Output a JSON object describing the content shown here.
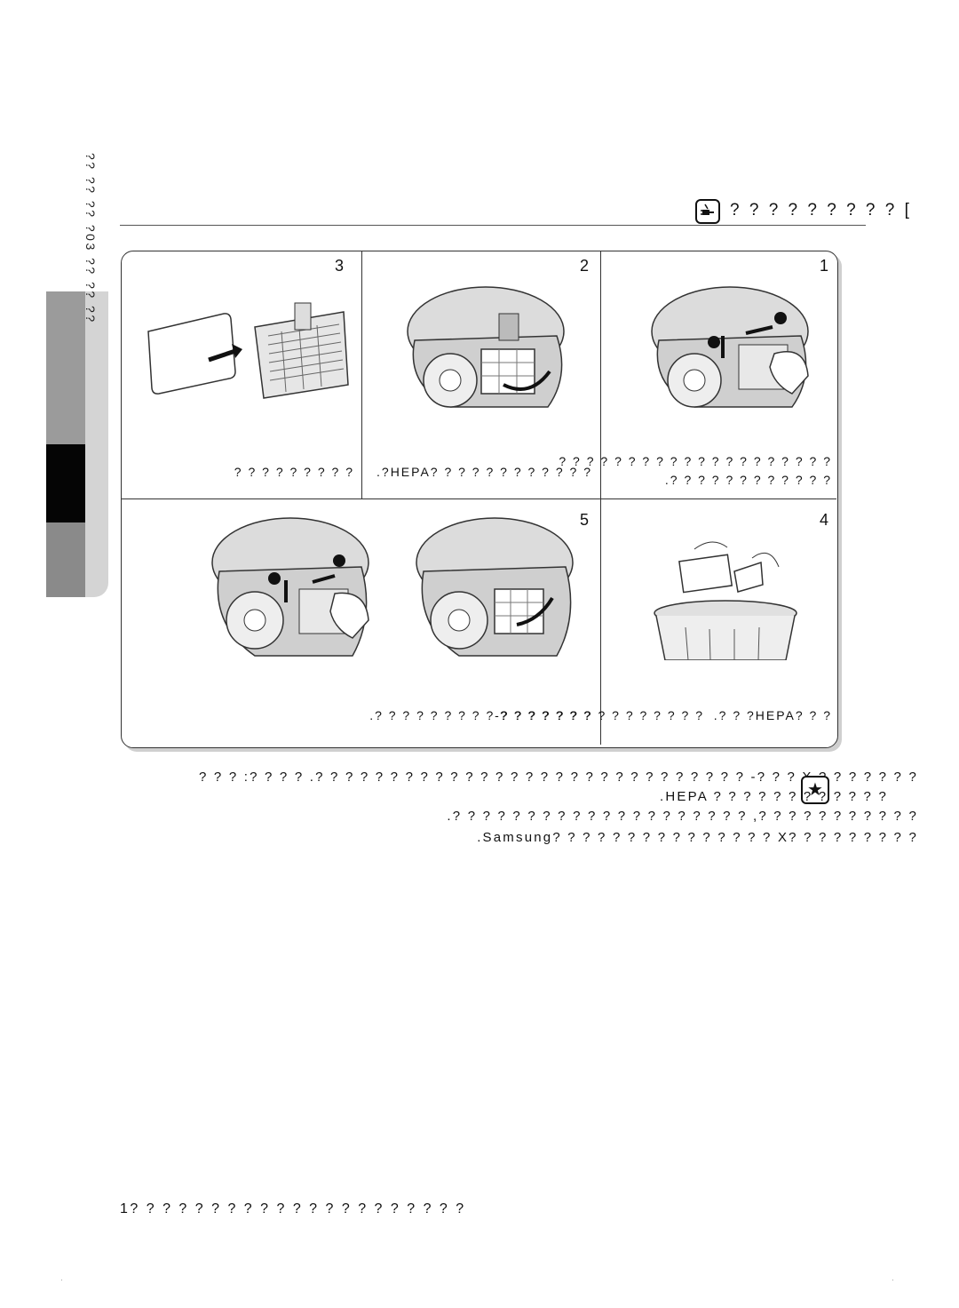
{
  "side_section_label": "?? ?? ?? ?03 ?? ?? ??",
  "header": {
    "title": "? ? ? ? ? ? ?  ? ? [",
    "icon": "plug-icon"
  },
  "steps": [
    {
      "number": "1",
      "caption_lines": [
        "? ?  ? ? ? ? ? ?  ? ? ? ? ? ?  ? ? ? ? ? ?",
        ".? ? ? ? ?  ? ? ? ? ? ? ?"
      ]
    },
    {
      "number": "2",
      "caption_lines": [
        ".?HEPA? ? ? ? ? ? ?  ? ? ? ? ?"
      ]
    },
    {
      "number": "3",
      "caption_lines": [
        "? ? ? ? ? ?  ? ? ?"
      ]
    },
    {
      "number": "4",
      "caption_lines": [
        ".? ? ?HEPA?  ? ?"
      ]
    },
    {
      "number": "5",
      "caption_lines": [
        "-? ? ? ? ? ? ? ? ? ? ? ?  ? ? ?"
      ]
    },
    {
      "number": "",
      "caption_lines": [
        ".? ? ? ? ?  ? ?  ? ? ? ? ? ? ?  ? ?"
      ]
    }
  ],
  "notes": [
    "? ? ?  :? ? ? ?  .? ? ? ?  ? ? ? ? ?  ? ? ? ? ? ?  ? ?  ? ? ?  ? ? ? ? ? ?  ? ? ?  -? ? ? X ? ?  ? ?  ? ? ?",
    ".HEPA  ? ? ? ? ?  ? ? ? ? ? ? ?",
    ".? ? ? ? ? ?  ? ? ? ? ? ? ?  ? ?  ? ? ? ? ?  ,? ? ? ? ? ?  ? ?  ? ? ?",
    ".Samsung? ? ? ? ? ? ? ?  ? ? ? ? ? ?  ? X?  ? ? ? ? ? ? ? ?"
  ],
  "footer_text": "1? ? ? ? ? ? ?  ? ? ? ? ? ? ?  ? ? ? ? ? ? ?",
  "icons": [
    "plug-icon",
    "star-icon",
    "arrow-icon",
    "trash-bin-icon"
  ]
}
